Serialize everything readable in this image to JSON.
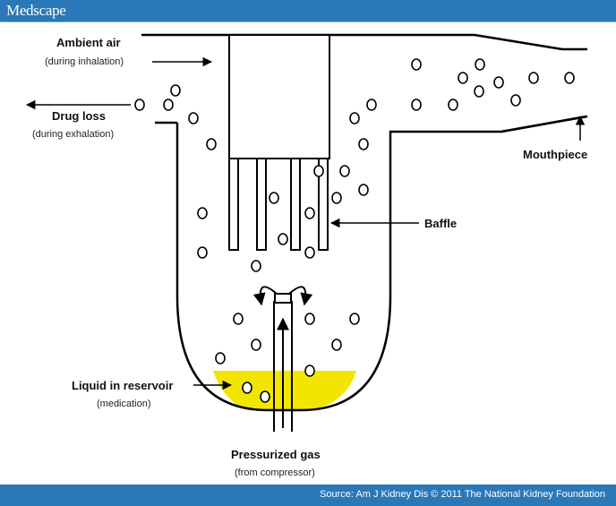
{
  "header": {
    "brand": "Medscape"
  },
  "footer": {
    "source": "Source: Am J Kidney Dis © 2011 The National Kidney Foundation"
  },
  "labels": {
    "ambient_air": "Ambient air",
    "ambient_air_sub": "(during inhalation)",
    "drug_loss": "Drug loss",
    "drug_loss_sub": "(during exhalation)",
    "mouthpiece": "Mouthpiece",
    "baffle": "Baffle",
    "liquid": "Liquid in reservoir",
    "liquid_sub": "(medication)",
    "gas": "Pressurized gas",
    "gas_sub": "(from compressor)"
  },
  "colors": {
    "brand_bar": "#2a78b8",
    "liquid": "#f2e600",
    "line": "#000000"
  }
}
